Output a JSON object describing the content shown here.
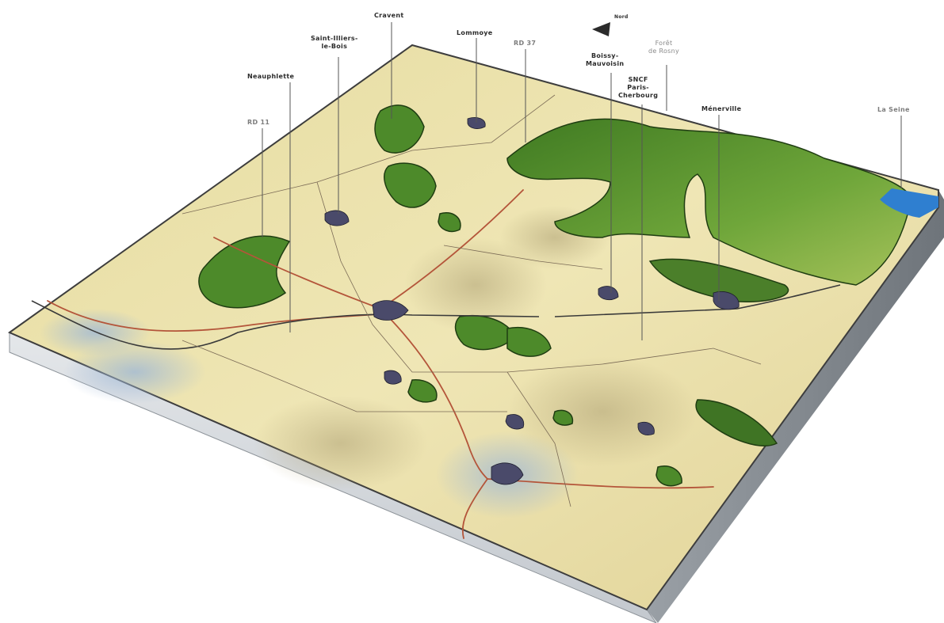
{
  "north_label": "Nord",
  "labels": {
    "rd11": "RD 11",
    "neauphlette": "Neauphlette",
    "saint_illiers": "Saint-Illiers-\nle-Bois",
    "cravent": "Cravent",
    "lommoye": "Lommoye",
    "rd37": "RD 37",
    "boissy": "Boissy-\nMauvoisin",
    "sncf": "SNCF\nParis-\nCherbourg",
    "foret": "Forêt\nde Rosny",
    "menerville": "Ménerville",
    "la_seine": "La Seine"
  },
  "colors": {
    "terrain_light": "#e9dfa6",
    "terrain_mid": "#d9cc87",
    "forest": "#4f8a2c",
    "forest_dark": "#2f5e1c",
    "river": "#2f7fd0",
    "road": "#b4553a",
    "block_side": "#cfd3d8"
  }
}
